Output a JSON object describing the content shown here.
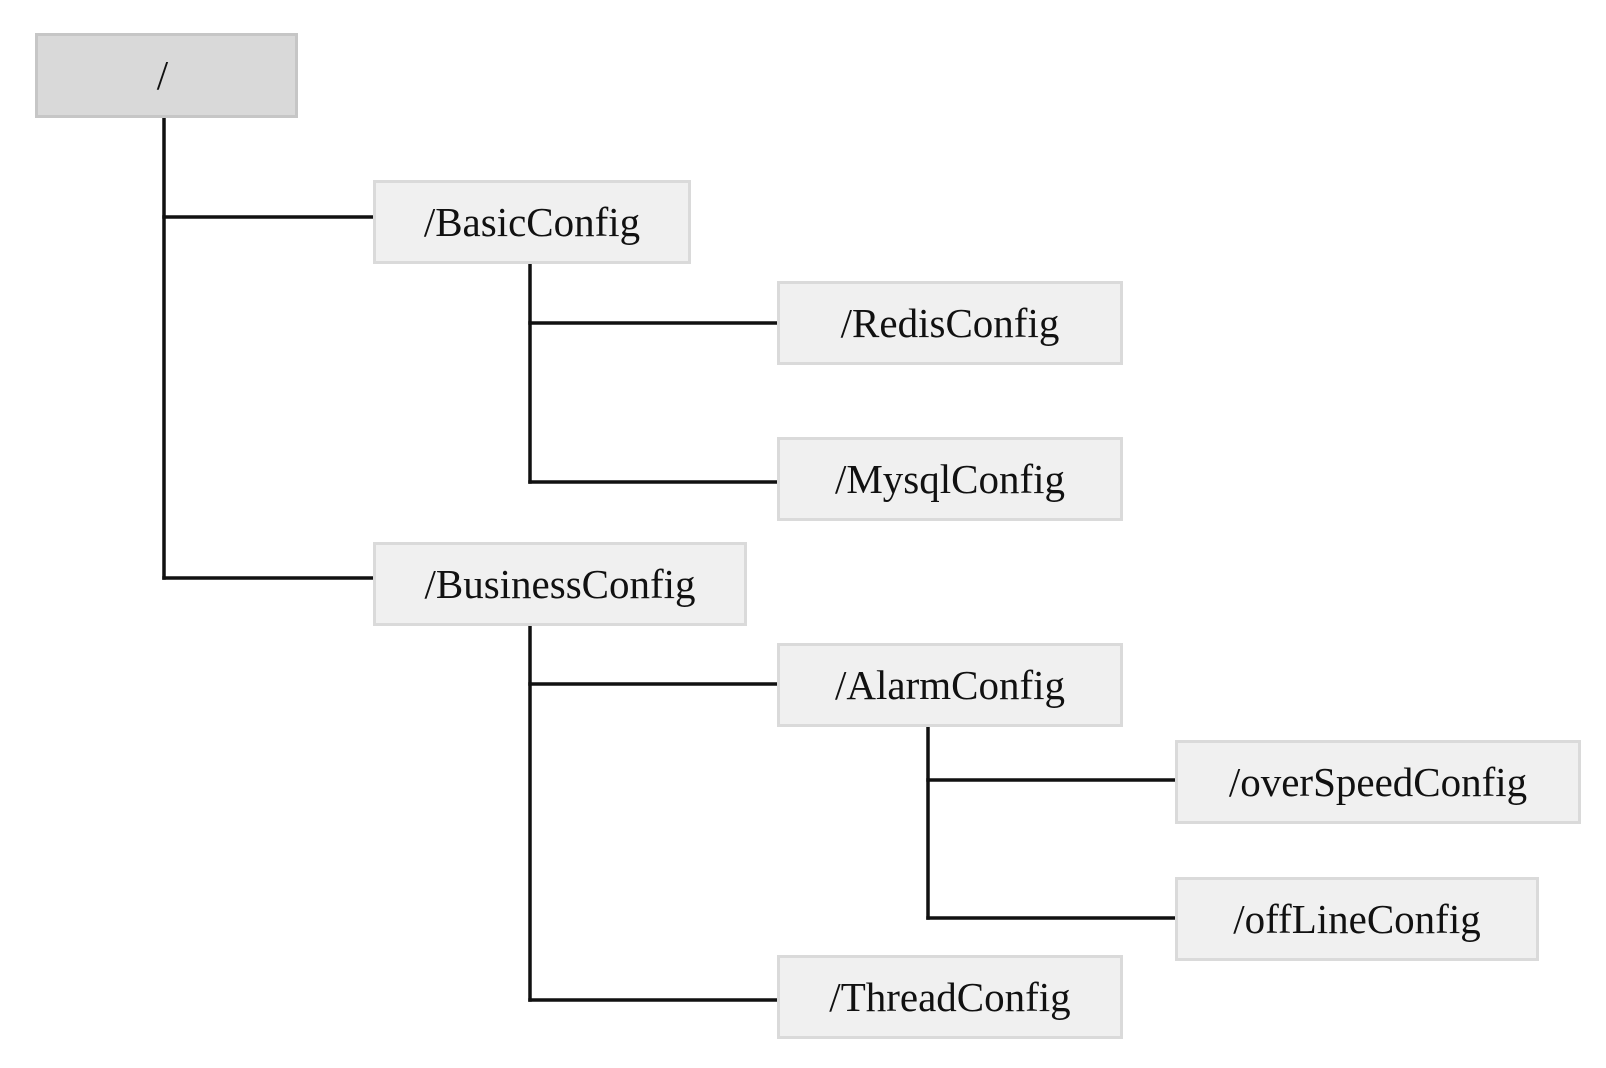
{
  "nodes": {
    "root": "/",
    "basic": "/BasicConfig",
    "redis": "/RedisConfig",
    "mysql": "/MysqlConfig",
    "business": "/BusinessConfig",
    "alarm": "/AlarmConfig",
    "overspeed": "/overSpeedConfig",
    "offline": "/offLineConfig",
    "thread": "/ThreadConfig"
  },
  "colors": {
    "root_fill": "#d9d9d9",
    "node_fill": "#f0f0f0",
    "node_border": "#dadada",
    "connector": "#111111"
  }
}
